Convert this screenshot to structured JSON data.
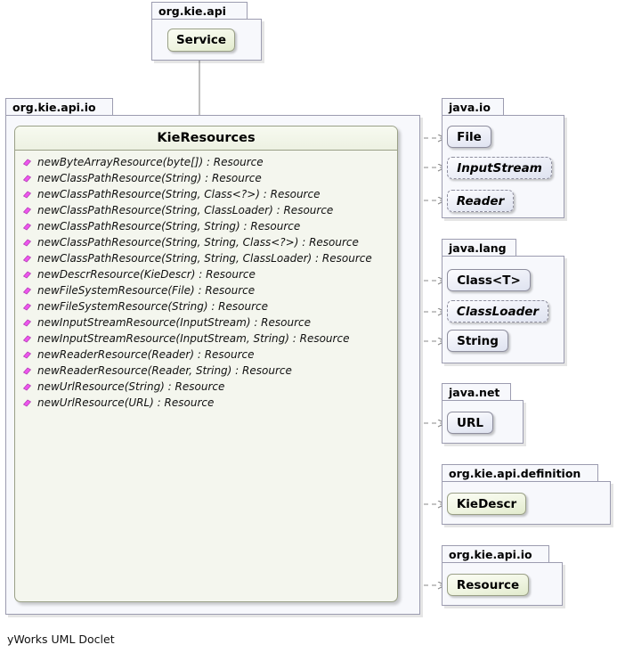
{
  "footer": {
    "text": "yWorks UML Doclet"
  },
  "colors": {
    "own_fill": "#f0f5e2",
    "jdk_fill": "#eef0f8",
    "package_fill": "#f7f8fc",
    "border": "#9c9cb0",
    "method_marker": "#ee55ee",
    "edge": "#8a8a8a"
  },
  "main_package": {
    "name": "org.kie.api.io",
    "class": {
      "name": "KieResources",
      "stereotype": "",
      "methods": [
        {
          "icon": "public-method-icon",
          "signature": "newByteArrayResource(byte[]) : Resource"
        },
        {
          "icon": "public-method-icon",
          "signature": "newClassPathResource(String) : Resource"
        },
        {
          "icon": "public-method-icon",
          "signature": "newClassPathResource(String, Class<?>) : Resource"
        },
        {
          "icon": "public-method-icon",
          "signature": "newClassPathResource(String, ClassLoader) : Resource"
        },
        {
          "icon": "public-method-icon",
          "signature": "newClassPathResource(String, String) : Resource"
        },
        {
          "icon": "public-method-icon",
          "signature": "newClassPathResource(String, String, Class<?>) : Resource"
        },
        {
          "icon": "public-method-icon",
          "signature": "newClassPathResource(String, String, ClassLoader) : Resource"
        },
        {
          "icon": "public-method-icon",
          "signature": "newDescrResource(KieDescr) : Resource"
        },
        {
          "icon": "public-method-icon",
          "signature": "newFileSystemResource(File) : Resource"
        },
        {
          "icon": "public-method-icon",
          "signature": "newFileSystemResource(String) : Resource"
        },
        {
          "icon": "public-method-icon",
          "signature": "newInputStreamResource(InputStream) : Resource"
        },
        {
          "icon": "public-method-icon",
          "signature": "newInputStreamResource(InputStream, String) : Resource"
        },
        {
          "icon": "public-method-icon",
          "signature": "newReaderResource(Reader) : Resource"
        },
        {
          "icon": "public-method-icon",
          "signature": "newReaderResource(Reader, String) : Resource"
        },
        {
          "icon": "public-method-icon",
          "signature": "newUrlResource(String) : Resource"
        },
        {
          "icon": "public-method-icon",
          "signature": "newUrlResource(URL) : Resource"
        }
      ]
    }
  },
  "super_package": {
    "name": "org.kie.api",
    "classes": [
      {
        "name": "Service",
        "kind": "own",
        "abstract": false
      }
    ]
  },
  "referenced_packages": [
    {
      "name": "java.io",
      "classes": [
        {
          "name": "File",
          "kind": "jdk",
          "abstract": false
        },
        {
          "name": "InputStream",
          "kind": "jdk",
          "abstract": true
        },
        {
          "name": "Reader",
          "kind": "jdk",
          "abstract": true
        }
      ]
    },
    {
      "name": "java.lang",
      "classes": [
        {
          "name": "Class<T>",
          "kind": "jdk",
          "abstract": false
        },
        {
          "name": "ClassLoader",
          "kind": "jdk",
          "abstract": true
        },
        {
          "name": "String",
          "kind": "jdk",
          "abstract": false
        }
      ]
    },
    {
      "name": "java.net",
      "classes": [
        {
          "name": "URL",
          "kind": "jdk",
          "abstract": false
        }
      ]
    },
    {
      "name": "org.kie.api.definition",
      "classes": [
        {
          "name": "KieDescr",
          "kind": "own",
          "abstract": false
        }
      ]
    },
    {
      "name": "org.kie.api.io",
      "classes": [
        {
          "name": "Resource",
          "kind": "own",
          "abstract": false
        }
      ]
    }
  ],
  "relationships": {
    "generalization": {
      "from": "KieResources",
      "to": "Service",
      "arrow": "hollow-triangle"
    },
    "dependencies": [
      {
        "from": "KieResources",
        "to": "File"
      },
      {
        "from": "KieResources",
        "to": "InputStream"
      },
      {
        "from": "KieResources",
        "to": "Reader"
      },
      {
        "from": "KieResources",
        "to": "Class<T>"
      },
      {
        "from": "KieResources",
        "to": "ClassLoader"
      },
      {
        "from": "KieResources",
        "to": "String"
      },
      {
        "from": "KieResources",
        "to": "URL"
      },
      {
        "from": "KieResources",
        "to": "KieDescr"
      },
      {
        "from": "KieResources",
        "to": "Resource"
      }
    ]
  }
}
